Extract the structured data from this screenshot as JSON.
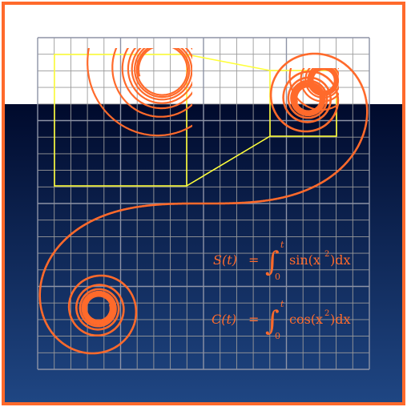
{
  "colors": {
    "frame": "#ff6a2b",
    "spiral": "#ff6a2b",
    "zoom_box": "#ffff3a",
    "grid_light": "#9a9a9a",
    "grid_dark": "#8d93a6",
    "bg_top": "#000a2c",
    "bg_bottom": "#1f4683",
    "bg_white": "#ffffff"
  },
  "formulas": {
    "s": {
      "lhs": "S(t)",
      "eq": "=",
      "upper": "t",
      "lower": "0",
      "integrand": "sin(x",
      "power": "2",
      "tail": ")dx"
    },
    "c": {
      "lhs": "C(t)",
      "eq": "=",
      "upper": "t",
      "lower": "0",
      "integrand": "cos(x",
      "power": "2",
      "tail": ")dx"
    }
  }
}
